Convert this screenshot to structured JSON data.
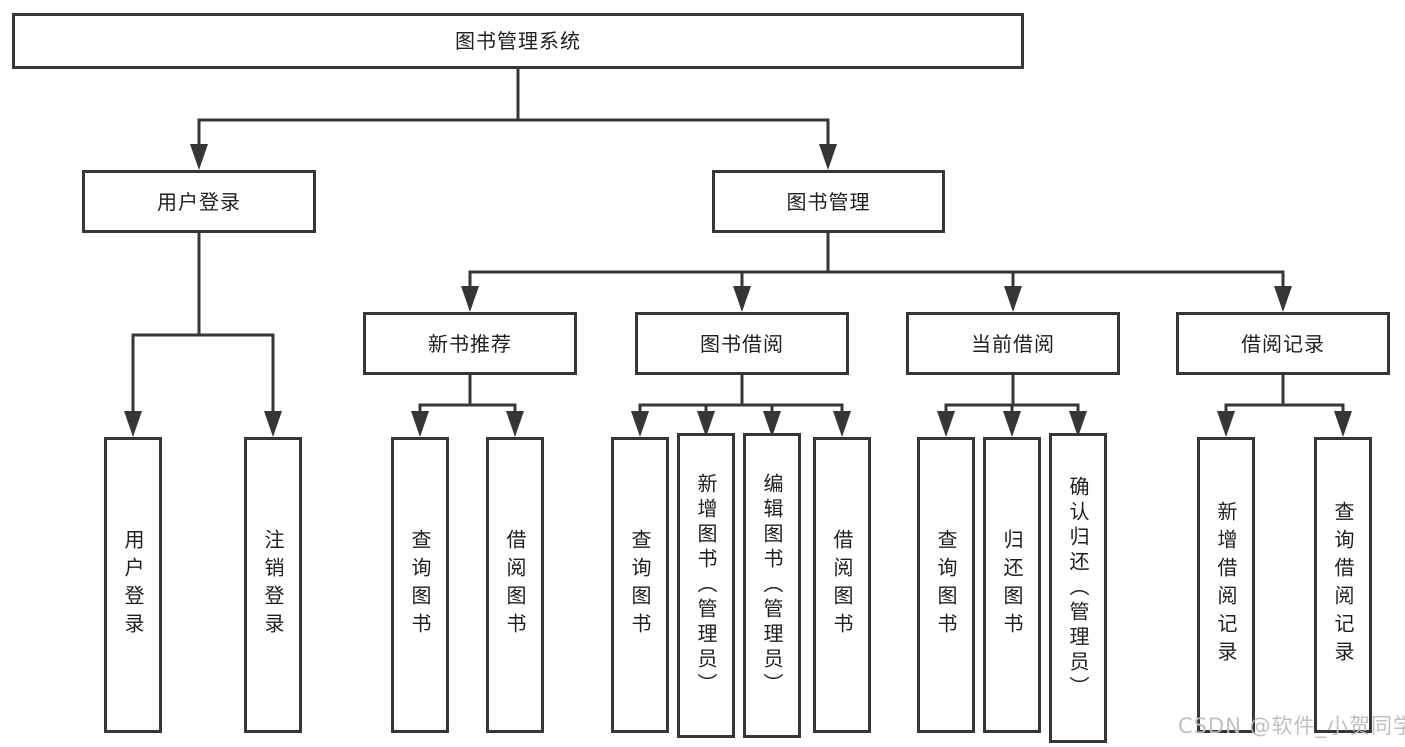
{
  "diagram_title": "图书管理系统",
  "colors": {
    "line": "#363636",
    "box_border": "#363636",
    "text": "#1f1f1f",
    "background": "#ffffff",
    "watermark": "#bdbdbd"
  },
  "tree": {
    "root": {
      "label": "图书管理系统",
      "children": [
        {
          "label": "用户登录",
          "children": [
            {
              "label": "用户登录"
            },
            {
              "label": "注销登录"
            }
          ]
        },
        {
          "label": "图书管理",
          "children": [
            {
              "label": "新书推荐",
              "children": [
                {
                  "label": "查询图书"
                },
                {
                  "label": "借阅图书"
                }
              ]
            },
            {
              "label": "图书借阅",
              "children": [
                {
                  "label": "查询图书"
                },
                {
                  "label": "新增图书（管理员）"
                },
                {
                  "label": "编辑图书（管理员）"
                },
                {
                  "label": "借阅图书"
                }
              ]
            },
            {
              "label": "当前借阅",
              "children": [
                {
                  "label": "查询图书"
                },
                {
                  "label": "归还图书"
                },
                {
                  "label": "确认归还（管理员）"
                }
              ]
            },
            {
              "label": "借阅记录",
              "children": [
                {
                  "label": "新增借阅记录"
                },
                {
                  "label": "查询借阅记录"
                }
              ]
            }
          ]
        }
      ]
    }
  },
  "watermark": {
    "text": "CSDN @软件_小贺同学"
  }
}
